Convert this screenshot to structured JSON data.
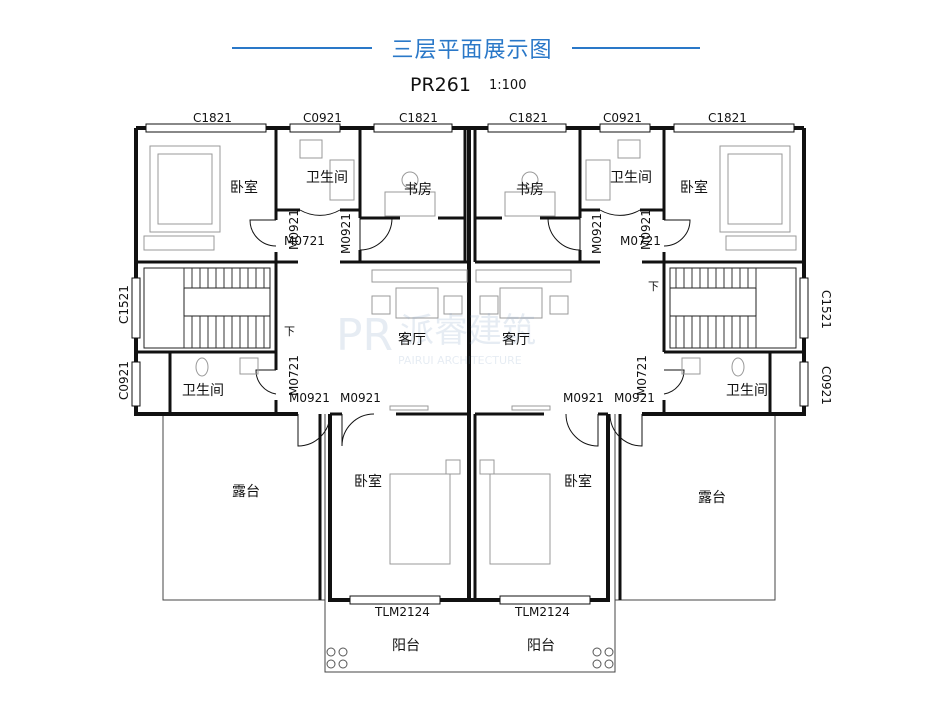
{
  "header": {
    "title": "三层平面展示图",
    "plan_code": "PR261",
    "scale": "1:100",
    "accent_color": "#2a78c8"
  },
  "labels": {
    "window_c1821": "C1821",
    "window_c0921": "C0921",
    "window_c1521": "C1521",
    "door_m0921": "M0921",
    "door_m0721": "M0721",
    "balcony_door": "TLM2124",
    "bedroom": "卧室",
    "bathroom": "卫生间",
    "study": "书房",
    "living_room": "客厅",
    "terrace": "露台",
    "balcony": "阳台",
    "stair_down": "下"
  },
  "watermark": {
    "brand": "派睿建筑",
    "brand_en": "PAIRUI ARCHITECTURE"
  }
}
